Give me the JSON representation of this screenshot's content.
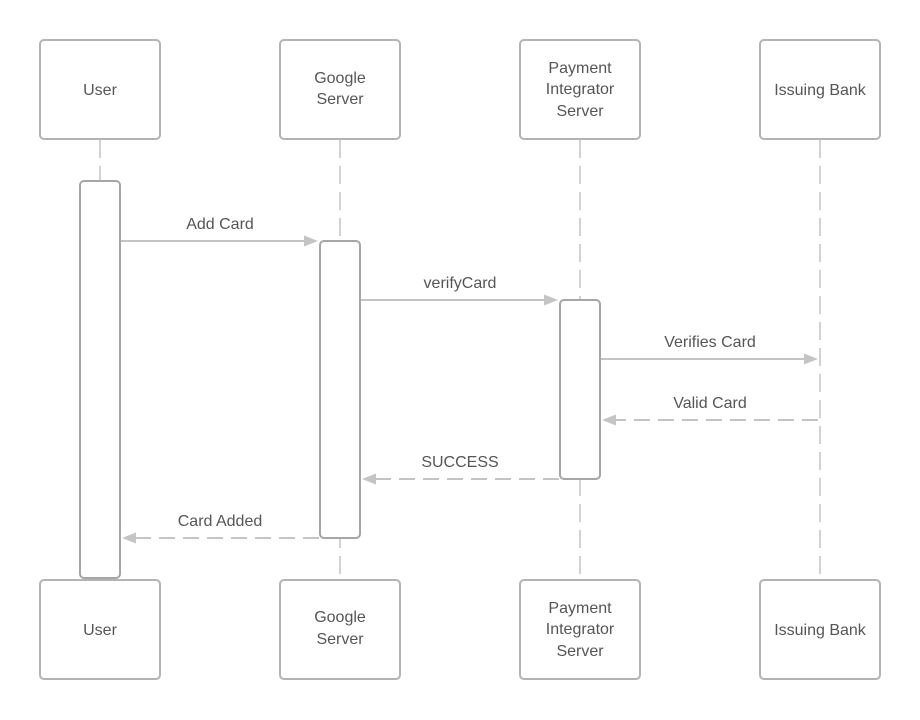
{
  "participants": [
    {
      "id": "user",
      "lines": [
        "User"
      ]
    },
    {
      "id": "google",
      "lines": [
        "Google",
        "Server"
      ]
    },
    {
      "id": "integrator",
      "lines": [
        "Payment",
        "Integrator",
        "Server"
      ]
    },
    {
      "id": "bank",
      "lines": [
        "Issuing Bank"
      ]
    }
  ],
  "messages": [
    {
      "from": "user",
      "to": "google",
      "label": "Add Card",
      "style": "solid"
    },
    {
      "from": "google",
      "to": "integrator",
      "label": "verifyCard",
      "style": "solid"
    },
    {
      "from": "integrator",
      "to": "bank",
      "label": "Verifies Card",
      "style": "solid"
    },
    {
      "from": "bank",
      "to": "integrator",
      "label": "Valid Card",
      "style": "dashed"
    },
    {
      "from": "integrator",
      "to": "google",
      "label": "SUCCESS",
      "style": "dashed"
    },
    {
      "from": "google",
      "to": "user",
      "label": "Card Added",
      "style": "dashed"
    }
  ]
}
